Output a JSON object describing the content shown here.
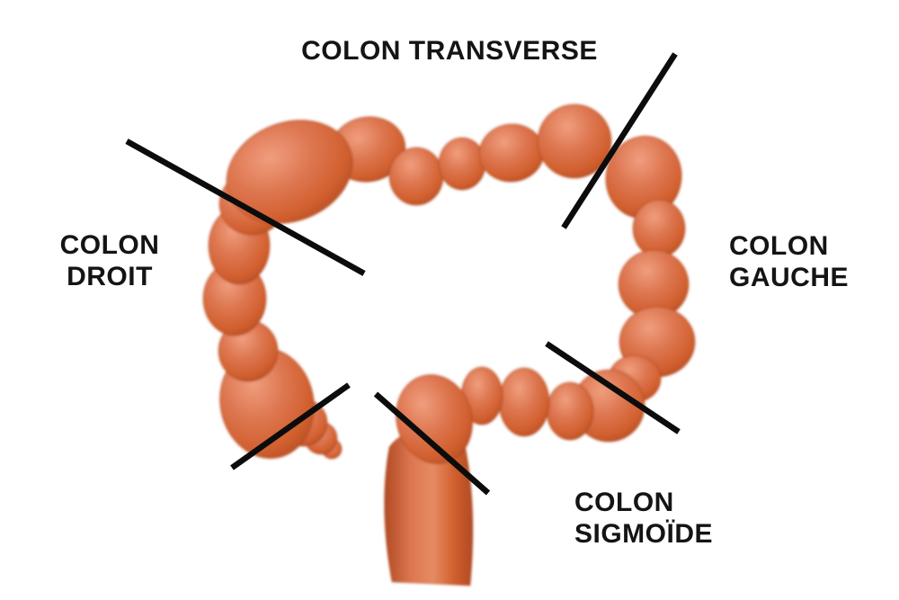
{
  "figure": {
    "name": "colon-segments-3d-illustration",
    "background": "#ffffff"
  },
  "colors": {
    "label_text": "#141414",
    "pointer_line": "#0c0c0c",
    "colon_highlight": "#f09e7e",
    "colon_mid": "#dd7650",
    "colon_deep": "#d2602f",
    "colon_shadow": "#b04a23",
    "crease": "#9c3a18",
    "tube_light": "#e58c63"
  },
  "labels": {
    "transverse": {
      "text": "COLON TRANSVERSE"
    },
    "droit": {
      "text": "COLON\nDROIT"
    },
    "gauche": {
      "text": "COLON\nGAUCHE"
    },
    "sigmoide": {
      "text": "COLON\nSIGMOÏDE"
    }
  }
}
